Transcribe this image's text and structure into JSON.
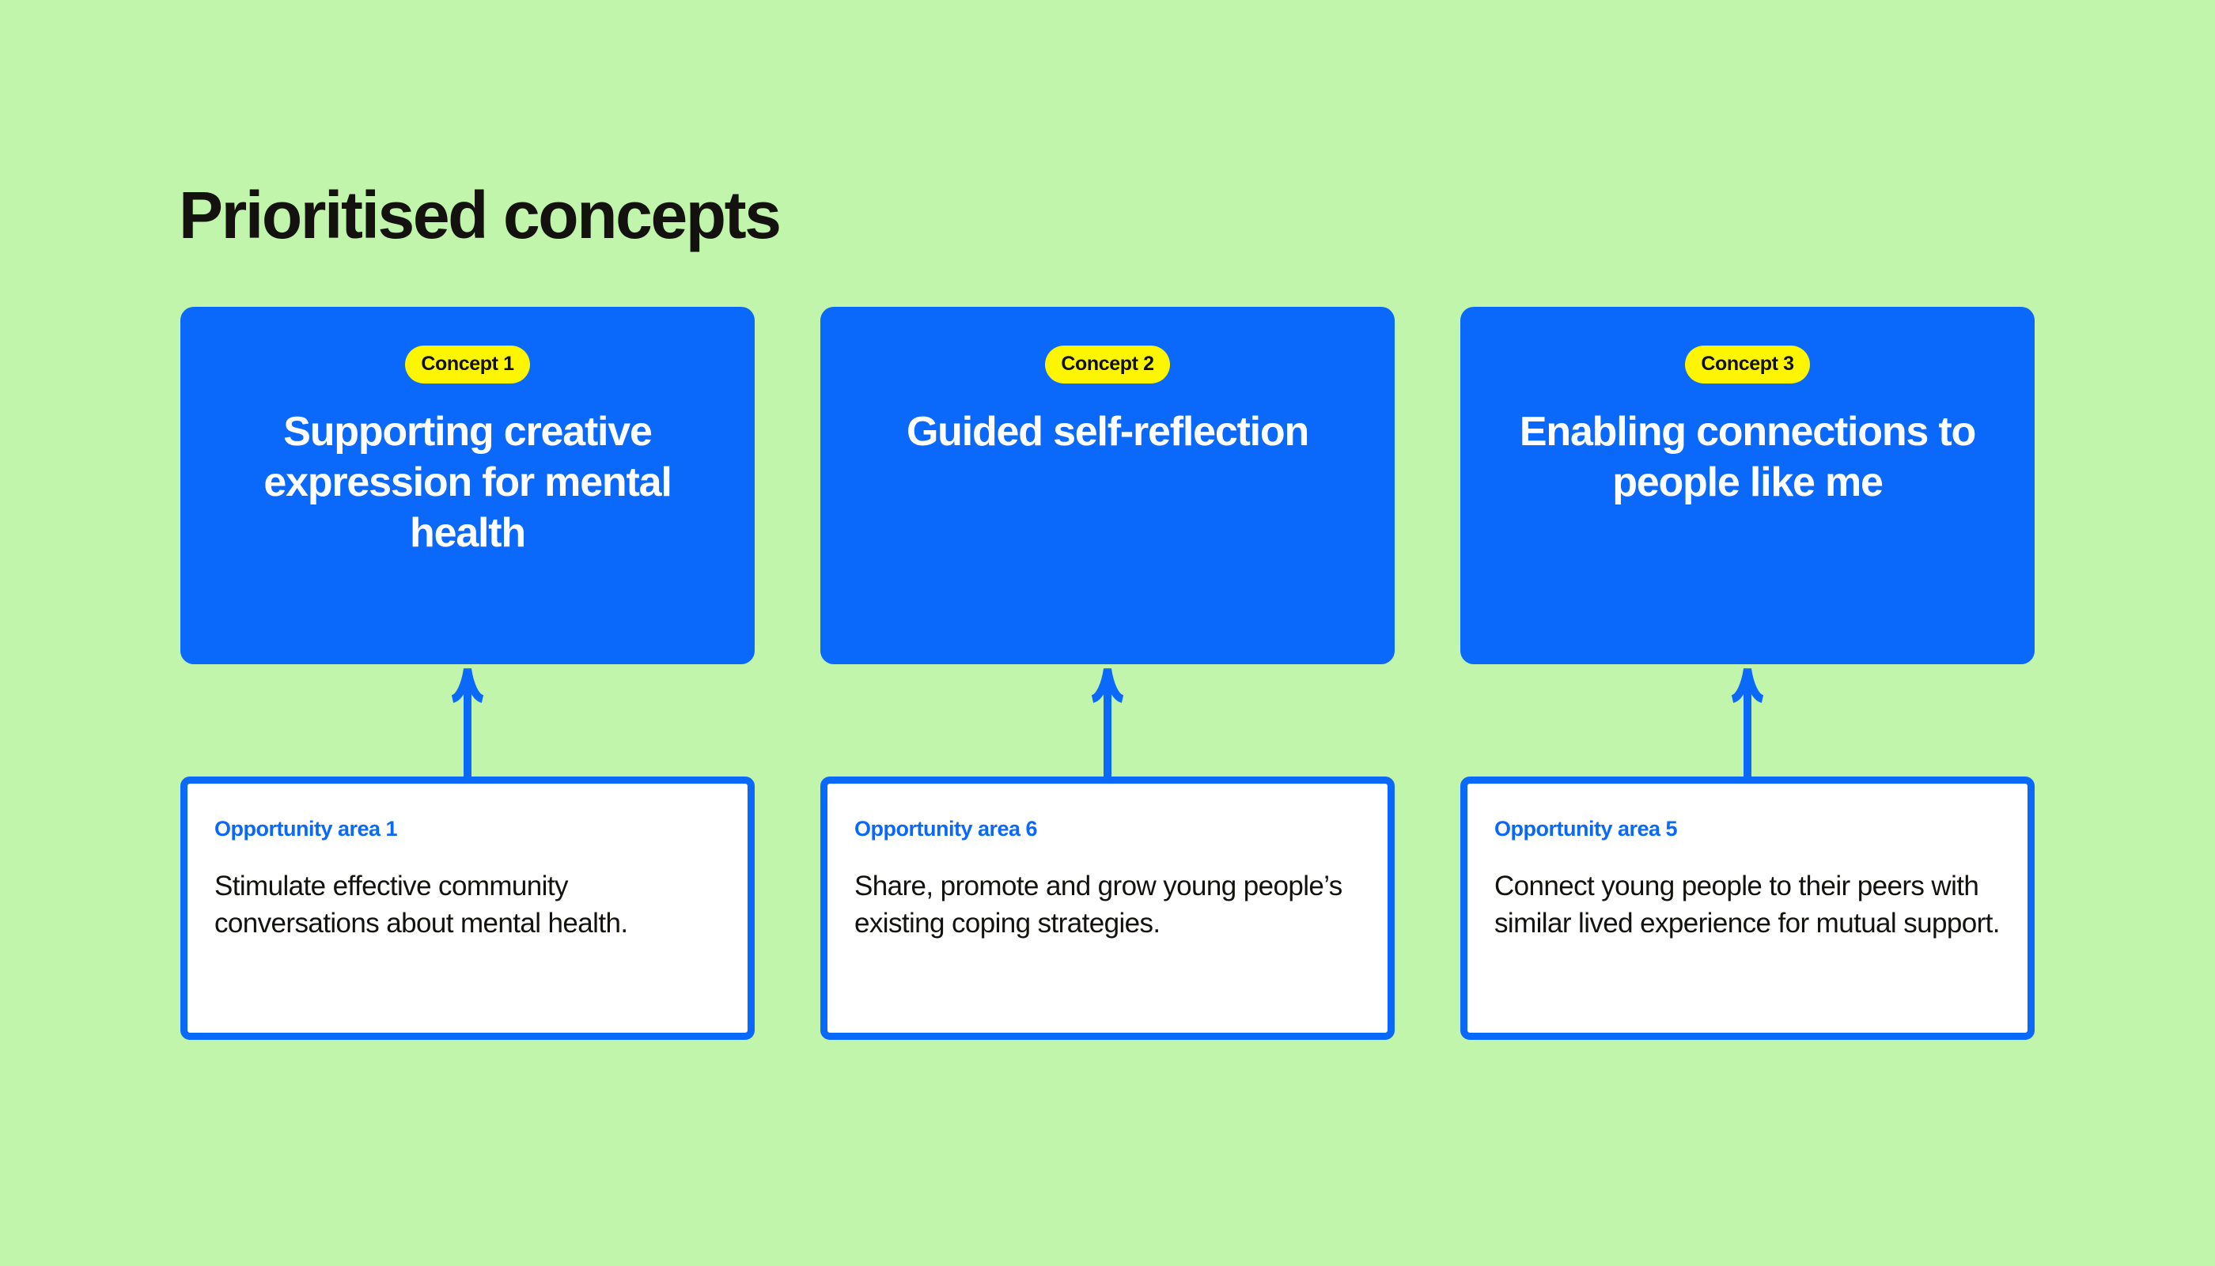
{
  "page": {
    "title": "Prioritised concepts",
    "background_color": "#C2F5AC",
    "accent_blue": "#0A68FB",
    "accent_yellow": "#FDF600",
    "text_dark": "#14120F",
    "card_white": "#FFFFFF"
  },
  "columns": [
    {
      "concept": {
        "badge": "Concept 1",
        "title": "Supporting creative expression for mental health"
      },
      "arrow": {
        "icon": "arrow-up-icon",
        "direction": "up",
        "color": "#0A68FB"
      },
      "opportunity": {
        "label": "Opportunity area 1",
        "text": "Stimulate effective community conversations about mental health."
      }
    },
    {
      "concept": {
        "badge": "Concept 2",
        "title": "Guided self-reflection"
      },
      "arrow": {
        "icon": "arrow-up-icon",
        "direction": "up",
        "color": "#0A68FB"
      },
      "opportunity": {
        "label": "Opportunity area 6",
        "text": "Share, promote and grow young people’s existing coping strategies."
      }
    },
    {
      "concept": {
        "badge": "Concept 3",
        "title": "Enabling connections to people like me"
      },
      "arrow": {
        "icon": "arrow-up-icon",
        "direction": "up",
        "color": "#0A68FB"
      },
      "opportunity": {
        "label": "Opportunity area 5",
        "text": "Connect young people to their peers with similar lived experience for mutual support."
      }
    }
  ]
}
